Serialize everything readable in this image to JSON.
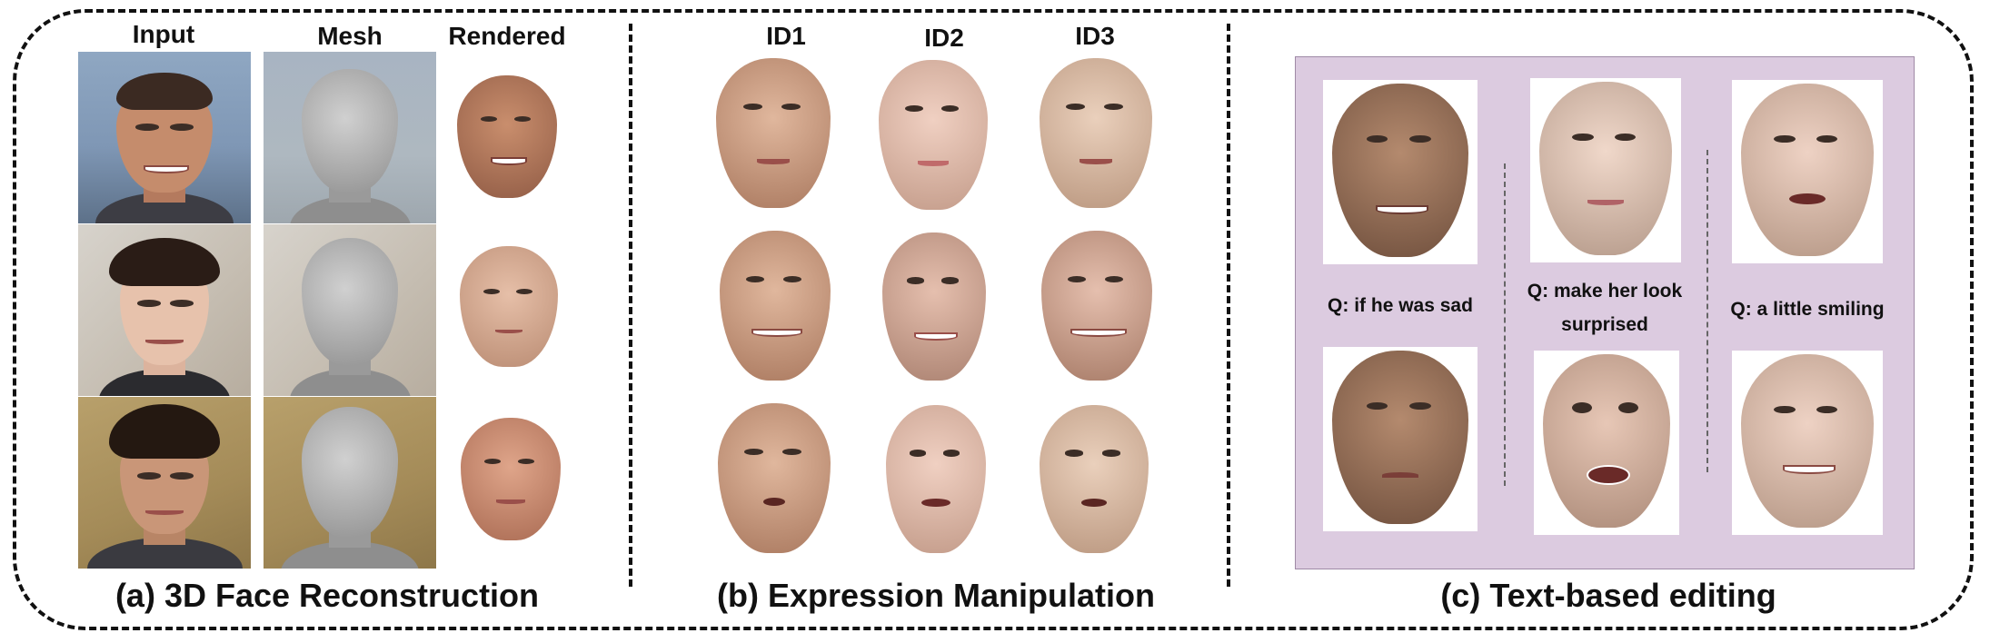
{
  "panels": {
    "a": {
      "caption": "(a) 3D Face Reconstruction",
      "headers": {
        "input": "Input",
        "mesh": "Mesh",
        "rendered": "Rendered"
      }
    },
    "b": {
      "caption": "(b) Expression Manipulation",
      "headers": {
        "id1": "ID1",
        "id2": "ID2",
        "id3": "ID3"
      }
    },
    "c": {
      "caption": "(c) Text-based editing",
      "queries": {
        "q1": "Q: if he was sad",
        "q2": "Q: make her look surprised",
        "q3": "Q: a little smiling"
      }
    }
  }
}
